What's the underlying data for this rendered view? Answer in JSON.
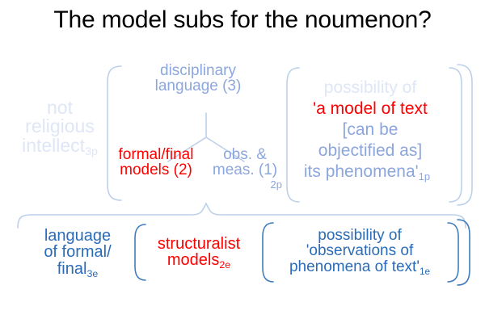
{
  "title": "The model subs for the noumenon?",
  "colors": {
    "pale_blue": "#dfe6f5",
    "mid_blue": "#8ca6de",
    "dark_blue": "#2a6cb8",
    "red": "#ff0000",
    "bracket_light": "#bcd0ea",
    "bracket_dark": "#3f7cbe",
    "background": "#ffffff",
    "title": "#000000"
  },
  "top_row": {
    "not_religious": {
      "line1": "not",
      "line2": "religious",
      "line3": "intellect",
      "subscript": "3p"
    },
    "disciplinary_language": {
      "line1": "disciplinary",
      "line2": "language (3)"
    },
    "formal_final_models": {
      "line1": "formal/final",
      "line2": "models (2)"
    },
    "obs_meas": {
      "line1": "obs. &",
      "line2": "meas. (1)",
      "subscript": "2p"
    },
    "model_of_text": {
      "line1": "possibility of",
      "line2": "'a model of text",
      "line3": "[can be",
      "line4": "objectified as]",
      "line5": "its phenomena'",
      "subscript": "1p"
    }
  },
  "bottom_row": {
    "language_of_formal_final": {
      "line1": "language",
      "line2": "of formal/",
      "line3": "final",
      "subscript": "3e"
    },
    "structuralist_models": {
      "line1": "structuralist",
      "line2": "models",
      "subscript": "2e"
    },
    "possibility_observations": {
      "line1": "possibility of",
      "line2": "'observations of",
      "line3": "phenomena of text'",
      "subscript": "1e"
    }
  }
}
